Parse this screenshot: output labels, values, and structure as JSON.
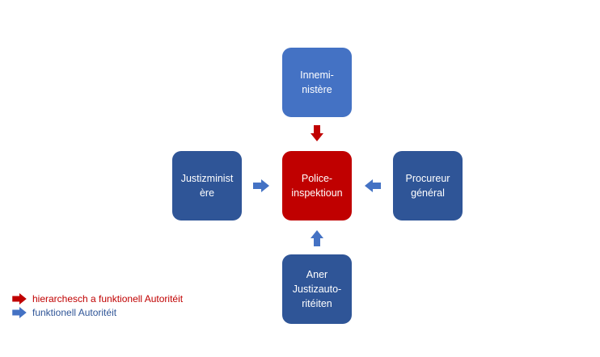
{
  "colors": {
    "top_box": "#4472c4",
    "side_box": "#2f5597",
    "center_box": "#c00000",
    "red_arrow": "#c00000",
    "blue_arrow": "#4472c4",
    "legend_red_text": "#c00000",
    "legend_blue_text": "#2f5597"
  },
  "nodes": {
    "top": "Innemi-\nnistère",
    "left": "Justizminist\nère",
    "center": "Police-\ninspektioun",
    "right": "Procureur\ngénéral",
    "bottom": "Aner\nJustizauto-\nritéiten"
  },
  "arrows": {
    "top": {
      "direction": "down",
      "color": "red"
    },
    "left": {
      "direction": "right",
      "color": "blue"
    },
    "right": {
      "direction": "left",
      "color": "blue"
    },
    "bottom": {
      "direction": "up",
      "color": "blue"
    }
  },
  "legend": [
    {
      "label": "hierarchesch a funktionell Autoritéit",
      "color": "red",
      "icon": "red-right-arrow-icon"
    },
    {
      "label": "funktionell Autoritéit",
      "color": "blue",
      "icon": "blue-right-arrow-icon"
    }
  ]
}
